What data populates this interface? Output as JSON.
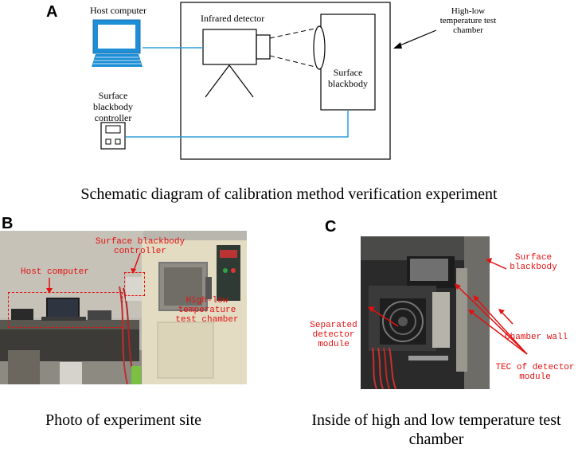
{
  "panel_a": {
    "letter": "A",
    "host_computer": "Host computer",
    "infrared_detector": "Infrared detector",
    "chamber": [
      "High-low",
      "temperature test",
      "chamber"
    ],
    "surface_blackbody": [
      "Surface",
      "blackbody"
    ],
    "controller": [
      "Surface",
      "blackbody",
      "controller"
    ],
    "caption": "Schematic diagram of calibration method verification experiment"
  },
  "panel_b": {
    "letter": "B",
    "host_computer": "Host computer",
    "controller": [
      "Surface blackbody",
      "controller"
    ],
    "chamber": [
      "High-low",
      "temperature",
      "test chamber"
    ],
    "caption": "Photo of experiment site"
  },
  "panel_c": {
    "letter": "C",
    "surface_blackbody": [
      "Surface",
      "blackbody"
    ],
    "separated": [
      "Separated",
      "detector module"
    ],
    "chamber_wall": "Chamber wall",
    "tec": [
      "TEC of detector",
      "module"
    ],
    "caption": [
      "Inside of high and low temperature test",
      "chamber"
    ]
  },
  "colors": {
    "line_blue": "#2d9fd8",
    "monitor_blue": "#1e8fd6",
    "label_red": "#e31010"
  }
}
